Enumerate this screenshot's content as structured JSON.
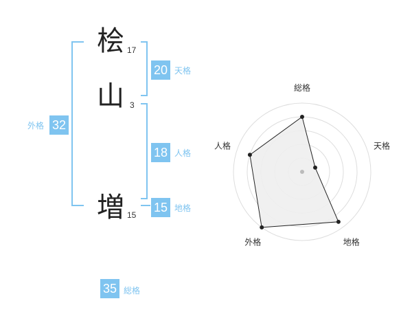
{
  "name": {
    "chars": [
      {
        "char": "桧",
        "strokes": "17"
      },
      {
        "char": "山",
        "strokes": "3"
      },
      {
        "char": "増",
        "strokes": "15"
      }
    ]
  },
  "kaku": {
    "tenkaku": {
      "value": "20",
      "label": "天格"
    },
    "jinkaku": {
      "value": "18",
      "label": "人格"
    },
    "chikaku": {
      "value": "15",
      "label": "地格"
    },
    "gaikaku": {
      "value": "32",
      "label": "外格"
    },
    "soukaku": {
      "value": "35",
      "label": "総格"
    }
  },
  "radar": {
    "axes": [
      "総格",
      "天格",
      "地格",
      "外格",
      "人格"
    ],
    "values": [
      0.8,
      0.2,
      0.9,
      1.0,
      0.8
    ],
    "max": 1.0,
    "colors": {
      "fill": "#eeeeee",
      "line": "#222222",
      "grid": "#dddddd",
      "center": "#bbbbbb"
    }
  },
  "colors": {
    "accent": "#7fc4f0",
    "text": "#222222"
  }
}
